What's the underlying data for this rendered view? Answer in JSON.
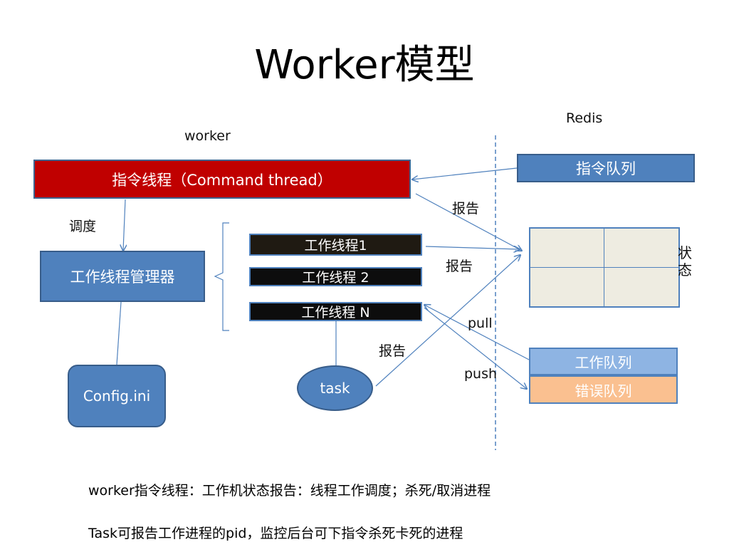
{
  "title": "Worker模型",
  "labels": {
    "worker": "worker",
    "redis": "Redis",
    "dispatch": "调度",
    "report_top": "报告",
    "report_mid": "报告",
    "report_task": "报告",
    "pull": "pull",
    "push": "push",
    "status": "状态"
  },
  "boxes": {
    "command_thread": "指令线程（Command thread）",
    "thread_manager": "工作线程管理器",
    "worker_thread_1": "工作线程1",
    "worker_thread_2": "工作线程 2",
    "worker_thread_n": "工作线程 N",
    "config": "Config.ini",
    "task": "task",
    "command_queue": "指令队列",
    "work_queue": "工作队列",
    "error_queue": "错误队列"
  },
  "notes": [
    "worker指令线程：工作机状态报告：线程工作调度；杀死/取消进程",
    "Task可报告工作进程的pid，监控后台可下指令杀死卡死的进程"
  ],
  "colors": {
    "command_thread": "#c00000",
    "blue_box": "#4f81bd",
    "work_queue": "#8eb4e3",
    "error_queue": "#fac090",
    "status_grid": "#eeece1",
    "worker_thread": "#0d0d0d",
    "worker_thread_1": "#1f1a12"
  }
}
